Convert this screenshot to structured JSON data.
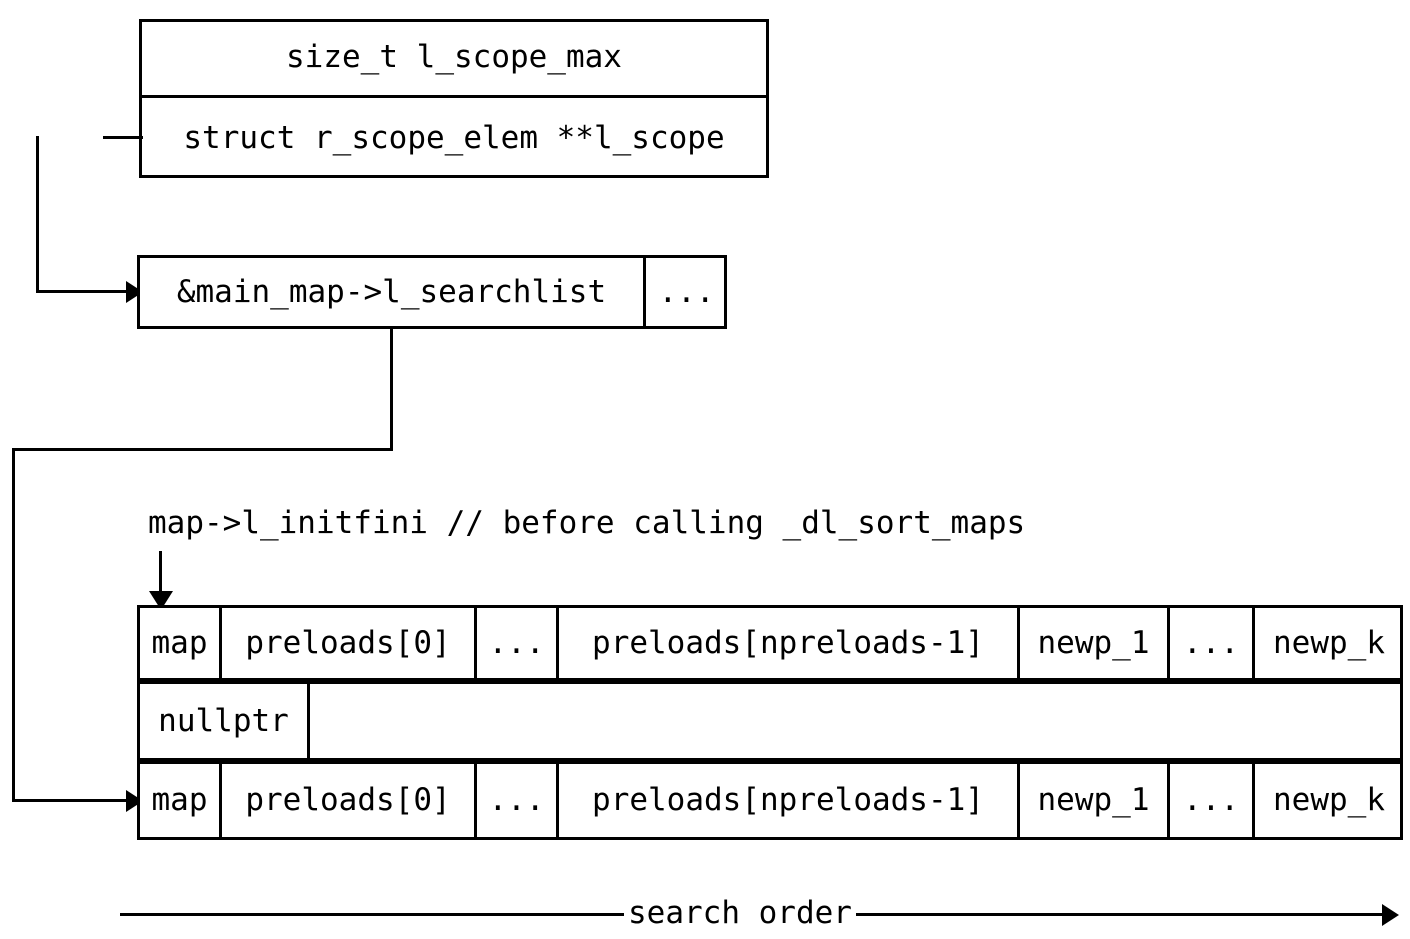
{
  "diagram": {
    "title_hidden": "",
    "scope_struct": {
      "rows": [
        {
          "text": "size_t l_scope_max"
        },
        {
          "text": "struct r_scope_elem **l_scope"
        }
      ]
    },
    "searchlist_array": {
      "cells": [
        {
          "text": "&main_map->l_searchlist"
        },
        {
          "text": "..."
        }
      ]
    },
    "initfini_label": "map->l_initfini // before calling _dl_sort_maps",
    "initfini_table": {
      "row_before": [
        {
          "text": "map"
        },
        {
          "text": "preloads[0]"
        },
        {
          "text": "..."
        },
        {
          "text": "preloads[npreloads-1]"
        },
        {
          "text": "newp_1"
        },
        {
          "text": "..."
        },
        {
          "text": "newp_k"
        }
      ],
      "row_middle": [
        {
          "text": "nullptr"
        },
        {
          "text": ""
        }
      ],
      "row_after": [
        {
          "text": "map"
        },
        {
          "text": "preloads[0]"
        },
        {
          "text": "..."
        },
        {
          "text": "preloads[npreloads-1]"
        },
        {
          "text": "newp_1"
        },
        {
          "text": "..."
        },
        {
          "text": "newp_k"
        }
      ]
    },
    "search_order_caption": "search order"
  }
}
